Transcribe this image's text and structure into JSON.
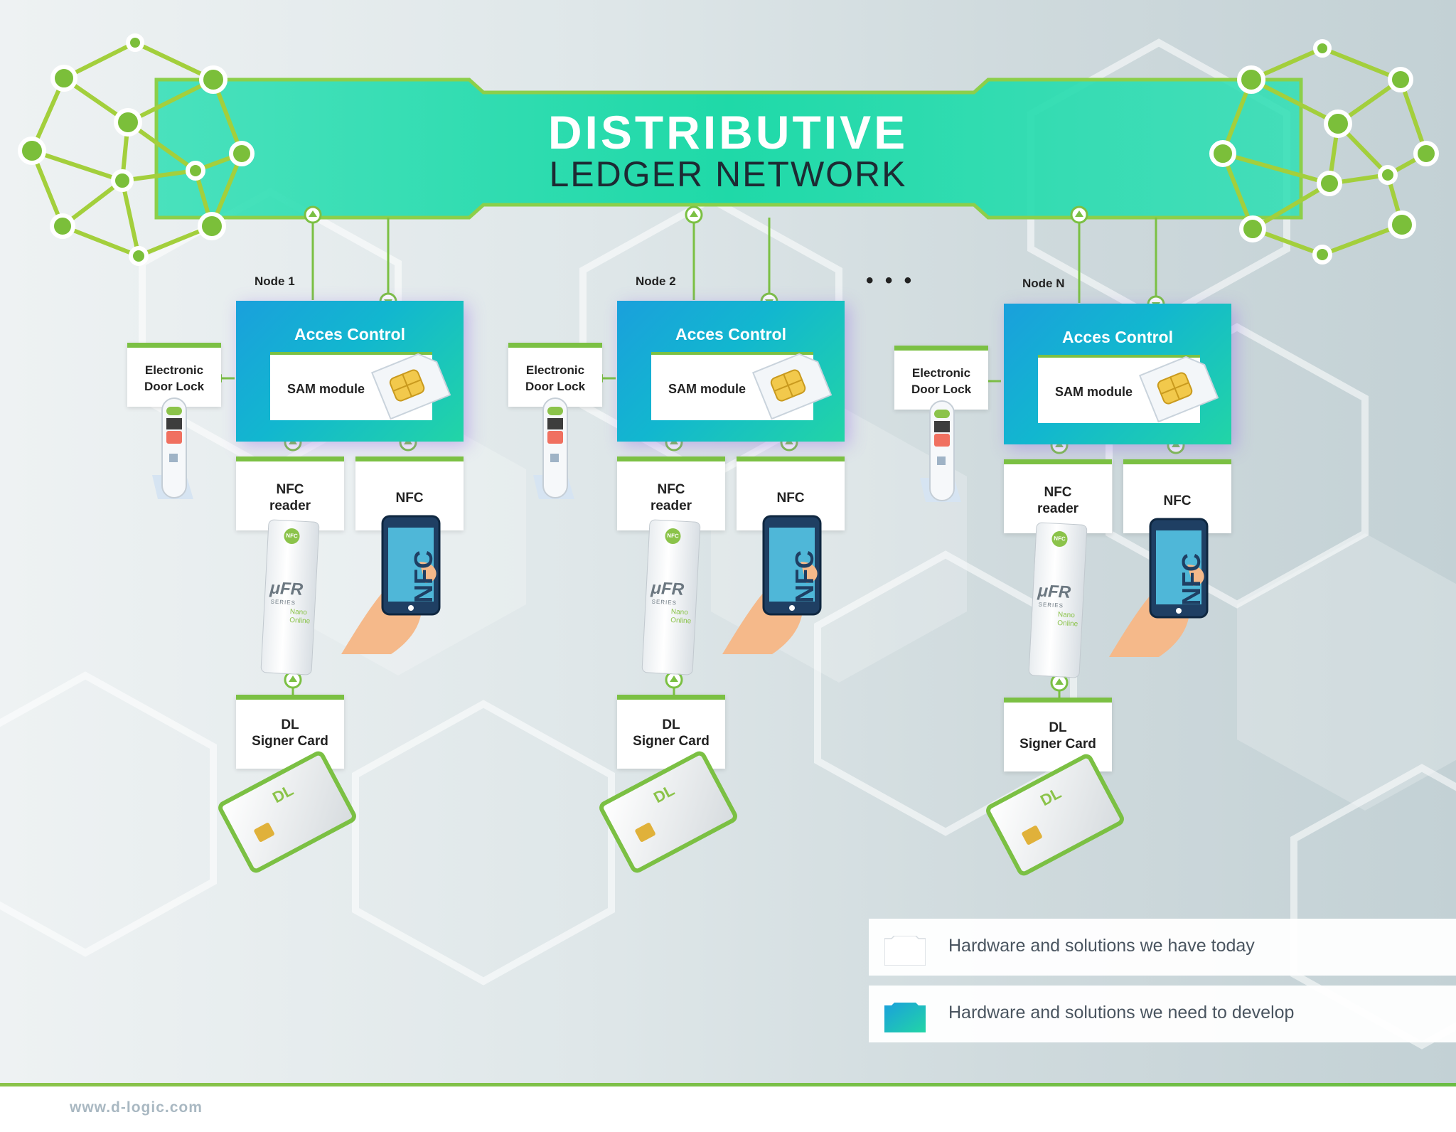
{
  "banner": {
    "title_line1": "DISTRIBUTIVE",
    "title_line2": "LEDGER NETWORK"
  },
  "ellipsis": "• • •",
  "nodes": [
    {
      "label": "Node 1",
      "access_control": "Acces Control",
      "sam_module": "SAM module",
      "door_lock": [
        "Electronic",
        "Door Lock"
      ],
      "nfc_reader": [
        "NFC",
        "reader"
      ],
      "nfc": "NFC",
      "signer_card": [
        "DL",
        "Signer Card"
      ]
    },
    {
      "label": "Node 2",
      "access_control": "Acces Control",
      "sam_module": "SAM module",
      "door_lock": [
        "Electronic",
        "Door Lock"
      ],
      "nfc_reader": [
        "NFC",
        "reader"
      ],
      "nfc": "NFC",
      "signer_card": [
        "DL",
        "Signer Card"
      ]
    },
    {
      "label": "Node N",
      "access_control": "Acces Control",
      "sam_module": "SAM module",
      "door_lock": [
        "Electronic",
        "Door Lock"
      ],
      "nfc_reader": [
        "NFC",
        "reader"
      ],
      "nfc": "NFC",
      "signer_card": [
        "DL",
        "Signer Card"
      ]
    }
  ],
  "device_text": {
    "phone_screen": "NFC",
    "reader_brand": "μFR",
    "reader_series": "SERIES",
    "reader_model": [
      "Nano",
      "Online"
    ],
    "reader_badge": "NFC",
    "card_logo": "DL"
  },
  "legend": {
    "have_today": "Hardware and solutions we have today",
    "need_to_develop": "Hardware and solutions we need to develop"
  },
  "footer": {
    "url": "www.d-logic.com"
  },
  "colors": {
    "accent_green": "#7bc043",
    "banner_teal": "#1fd9a8",
    "access_blue": "#1aa0dc"
  }
}
